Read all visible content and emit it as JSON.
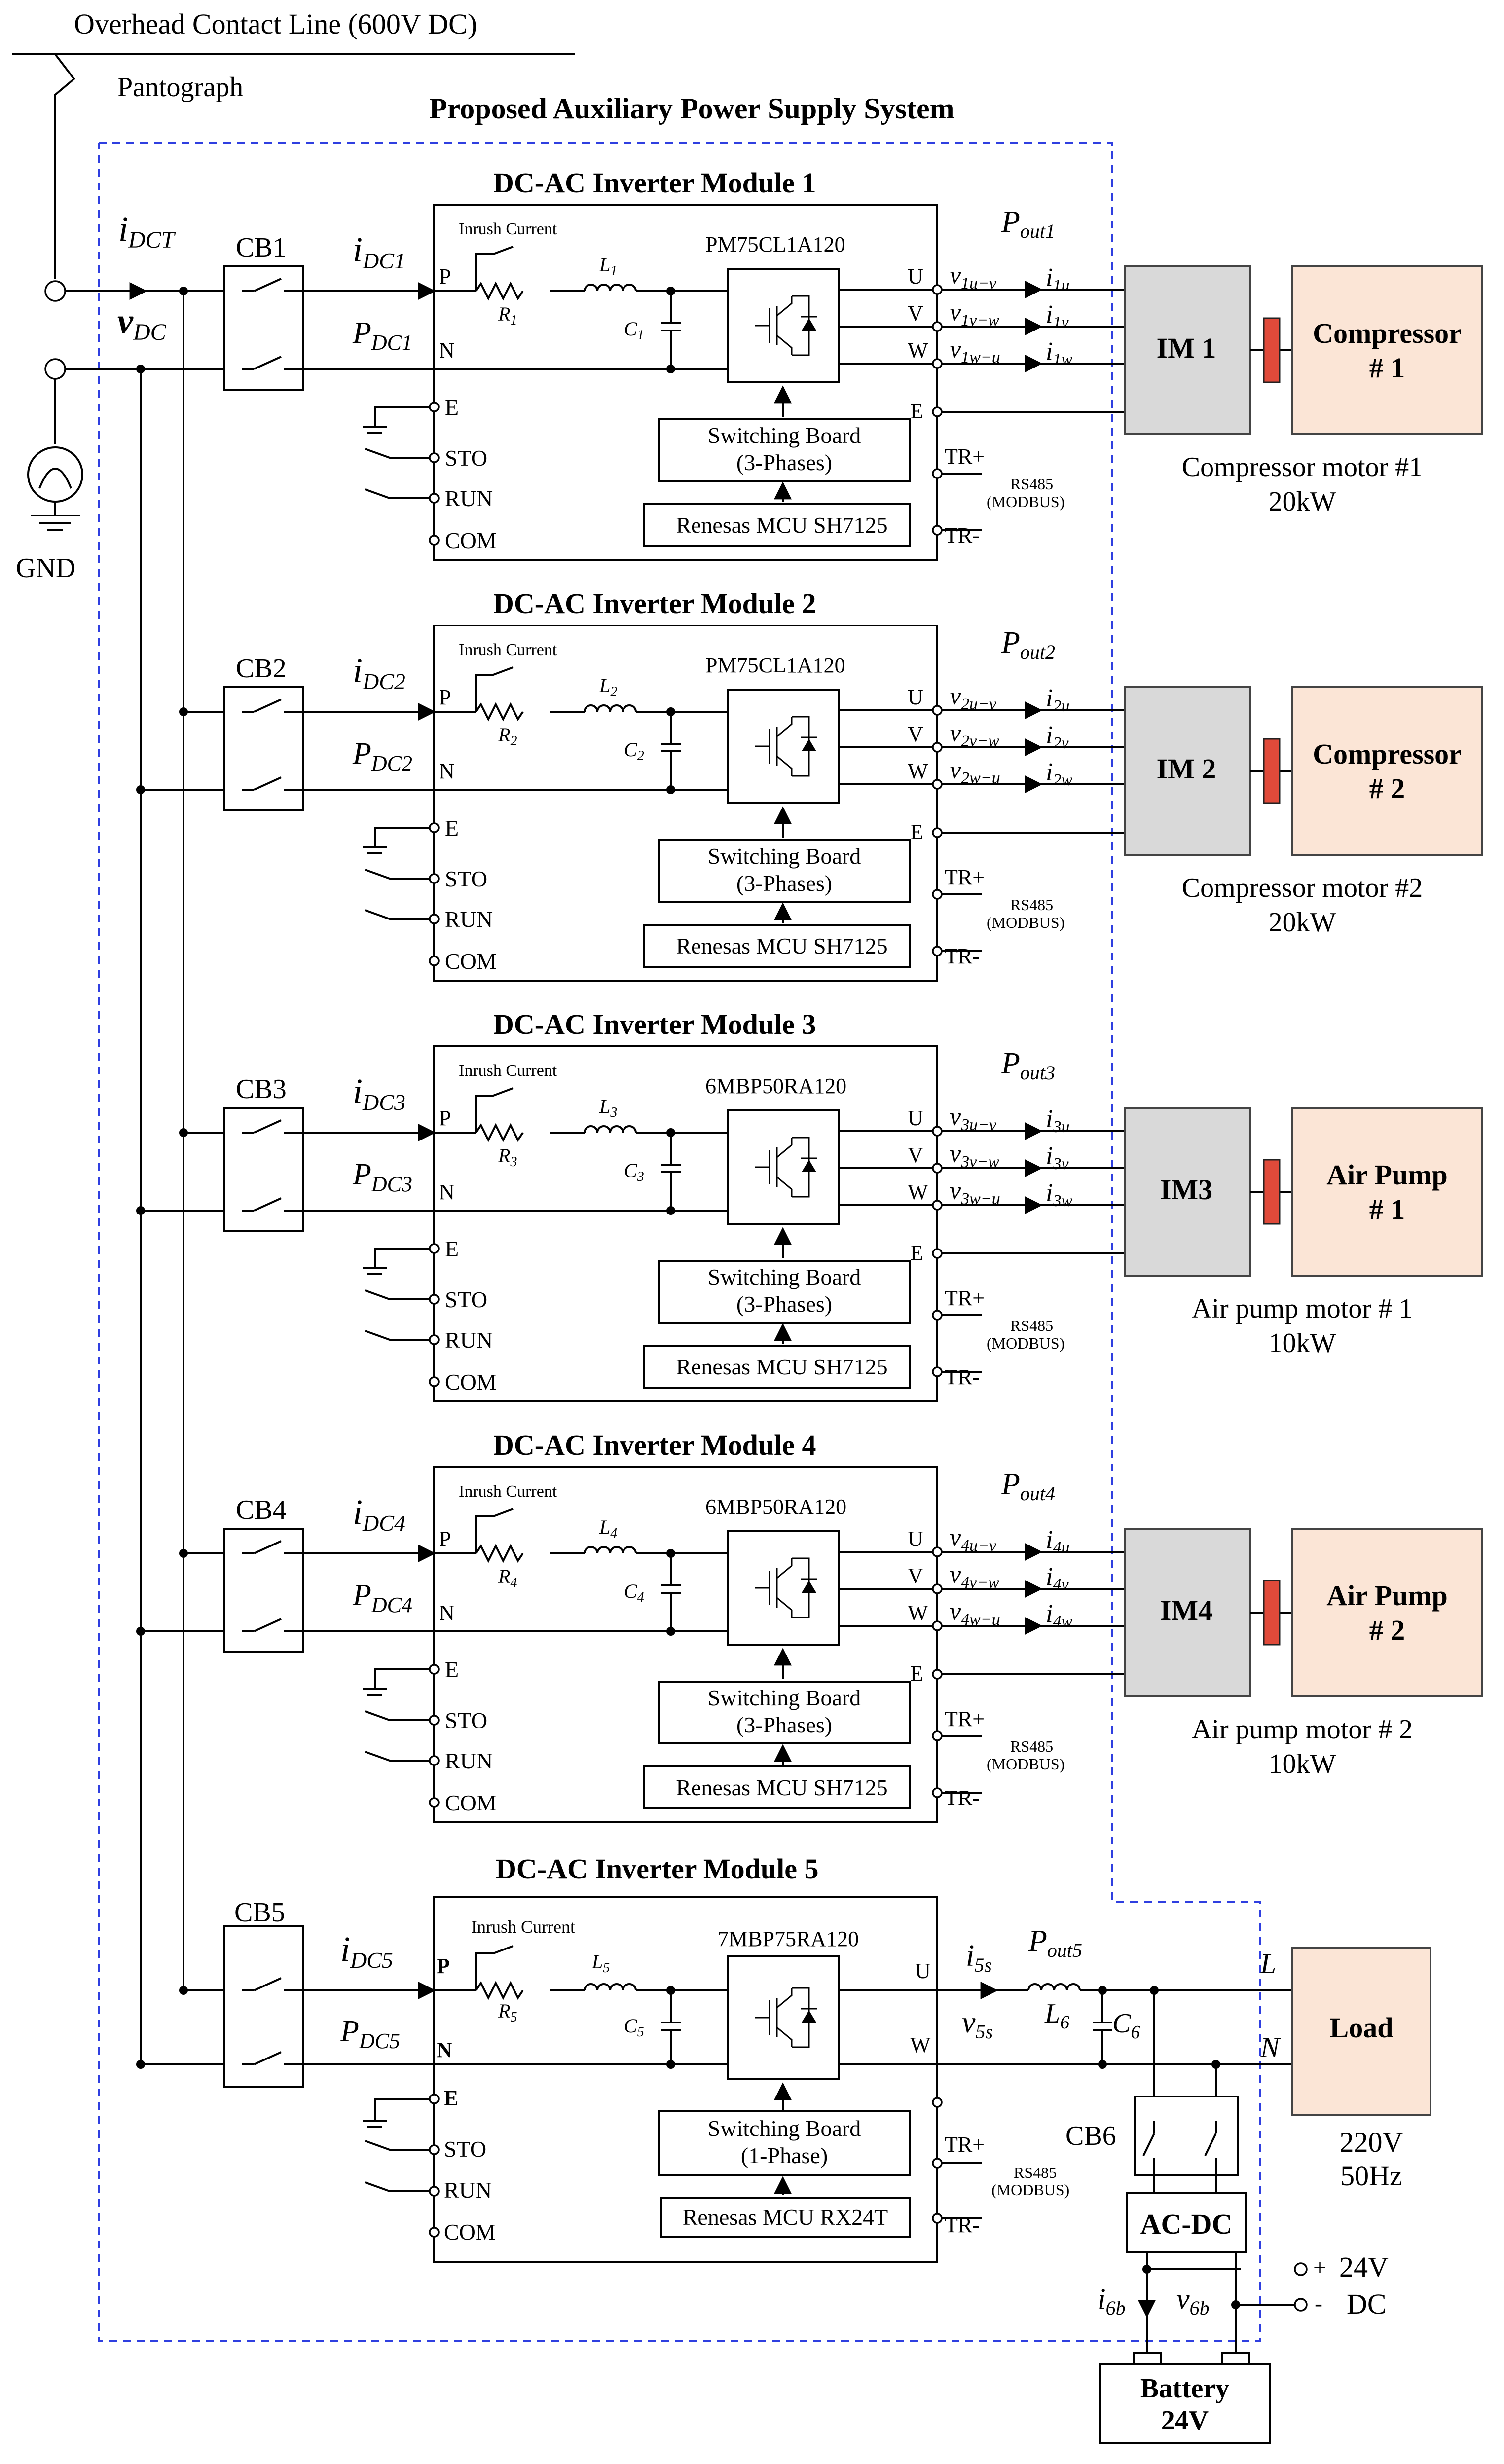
{
  "header": {
    "line_title": "Overhead Contact Line (600V DC)",
    "pantograph": "Pantograph",
    "gnd": "GND",
    "system_title": "Proposed Auxiliary Power Supply System",
    "i_dct": "i",
    "i_dct_sub": "DCT",
    "v_dc": "v",
    "v_dc_sub": "DC"
  },
  "common": {
    "inrush": "Inrush Current",
    "P": "P",
    "N": "N",
    "E": "E",
    "STO": "STO",
    "RUN": "RUN",
    "COM": "COM",
    "U": "U",
    "V": "V",
    "W": "W",
    "TRp": "TR+",
    "TRm": "TR-",
    "rs485": "RS485",
    "modbus": "(MODBUS)"
  },
  "modules": [
    {
      "title": "DC-AC Inverter Module 1",
      "cb": "CB1",
      "i_sub": "DC1",
      "p_sub": "DC1",
      "R": "R",
      "R_sub": "1",
      "L": "L",
      "L_sub": "1",
      "C": "C",
      "C_sub": "1",
      "ipm": "PM75CL1A120",
      "sw_line1": "Switching Board",
      "sw_line2": "(3-Phases)",
      "mcu": "Renesas MCU SH7125",
      "pout_sub": "out1",
      "v_u": "1u−v",
      "v_v": "1v−w",
      "v_w": "1w−u",
      "i_u": "1u",
      "i_v": "1v",
      "i_w": "1w",
      "motor": "IM 1",
      "load_line1": "Compressor",
      "load_line2": "# 1",
      "desc_line1": "Compressor motor #1",
      "desc_line2": "20kW"
    },
    {
      "title": "DC-AC Inverter Module 2",
      "cb": "CB2",
      "i_sub": "DC2",
      "p_sub": "DC2",
      "R": "R",
      "R_sub": "2",
      "L": "L",
      "L_sub": "2",
      "C": "C",
      "C_sub": "2",
      "ipm": "PM75CL1A120",
      "sw_line1": "Switching Board",
      "sw_line2": "(3-Phases)",
      "mcu": "Renesas MCU SH7125",
      "pout_sub": "out2",
      "v_u": "2u−v",
      "v_v": "2v−w",
      "v_w": "2w−u",
      "i_u": "2u",
      "i_v": "2v",
      "i_w": "2w",
      "motor": "IM 2",
      "load_line1": "Compressor",
      "load_line2": "# 2",
      "desc_line1": "Compressor motor #2",
      "desc_line2": "20kW"
    },
    {
      "title": "DC-AC Inverter Module 3",
      "cb": "CB3",
      "i_sub": "DC3",
      "p_sub": "DC3",
      "R": "R",
      "R_sub": "3",
      "L": "L",
      "L_sub": "3",
      "C": "C",
      "C_sub": "3",
      "ipm": "6MBP50RA120",
      "sw_line1": "Switching Board",
      "sw_line2": "(3-Phases)",
      "mcu": "Renesas MCU SH7125",
      "pout_sub": "out3",
      "v_u": "3u−v",
      "v_v": "3v−w",
      "v_w": "3w−u",
      "i_u": "3u",
      "i_v": "3v",
      "i_w": "3w",
      "motor": "IM3",
      "load_line1": "Air Pump",
      "load_line2": "# 1",
      "desc_line1": "Air pump motor # 1",
      "desc_line2": "10kW"
    },
    {
      "title": "DC-AC Inverter Module 4",
      "cb": "CB4",
      "i_sub": "DC4",
      "p_sub": "DC4",
      "R": "R",
      "R_sub": "4",
      "L": "L",
      "L_sub": "4",
      "C": "C",
      "C_sub": "4",
      "ipm": "6MBP50RA120",
      "sw_line1": "Switching Board",
      "sw_line2": "(3-Phases)",
      "mcu": "Renesas MCU SH7125",
      "pout_sub": "out4",
      "v_u": "4u−v",
      "v_v": "4v−w",
      "v_w": "4w−u",
      "i_u": "4u",
      "i_v": "4v",
      "i_w": "4w",
      "motor": "IM4",
      "load_line1": "Air Pump",
      "load_line2": "# 2",
      "desc_line1": "Air pump motor # 2",
      "desc_line2": "10kW"
    }
  ],
  "module5": {
    "title": "DC-AC Inverter Module 5",
    "cb": "CB5",
    "i_sub": "DC5",
    "p_sub": "DC5",
    "R": "R",
    "R_sub": "5",
    "L": "L",
    "L_sub": "5",
    "C": "C",
    "C_sub": "5",
    "ipm": "7MBP75RA120",
    "sw_line1": "Switching Board",
    "sw_line2": "(1-Phase)",
    "mcu": "Renesas MCU RX24T",
    "i5s_sub": "5s",
    "v5s_sub": "5s",
    "pout_sub": "out5",
    "L6_sub": "6",
    "C6_sub": "6",
    "L_term": "L",
    "N_term": "N",
    "load": "Load",
    "freq_line1": "220V",
    "freq_line2": "50Hz",
    "cb6": "CB6",
    "acdc": "AC-DC",
    "dc_plus": "+",
    "dc_24v": "24V",
    "dc_minus": "-",
    "dc_label": "DC",
    "i6b_sub": "6b",
    "v6b_sub": "6b",
    "battery_line1": "Battery",
    "battery_line2": "24V"
  }
}
